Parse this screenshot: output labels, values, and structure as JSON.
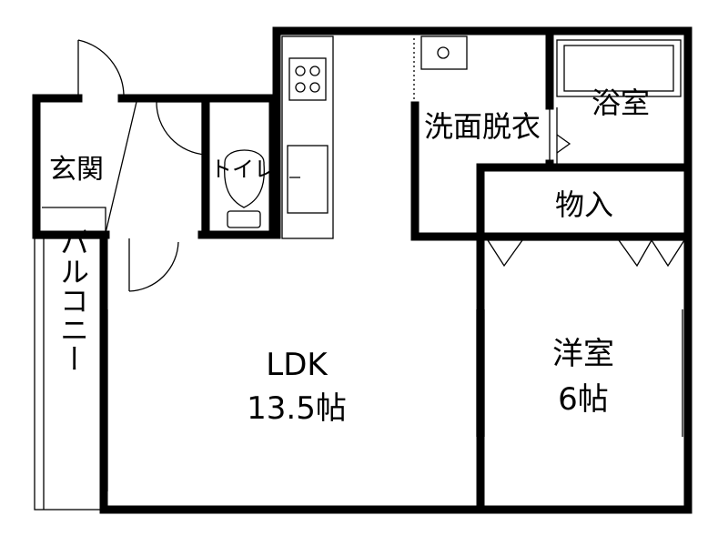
{
  "rooms": {
    "entrance": "玄関",
    "toilet": "トイレ",
    "washroom": "洗面脱衣",
    "bathroom": "浴室",
    "storage": "物入",
    "ldk": {
      "name": "LDK",
      "size": "13.5帖"
    },
    "western": {
      "name": "洋室",
      "size": "6帖"
    },
    "balcony": "バルコニー"
  }
}
